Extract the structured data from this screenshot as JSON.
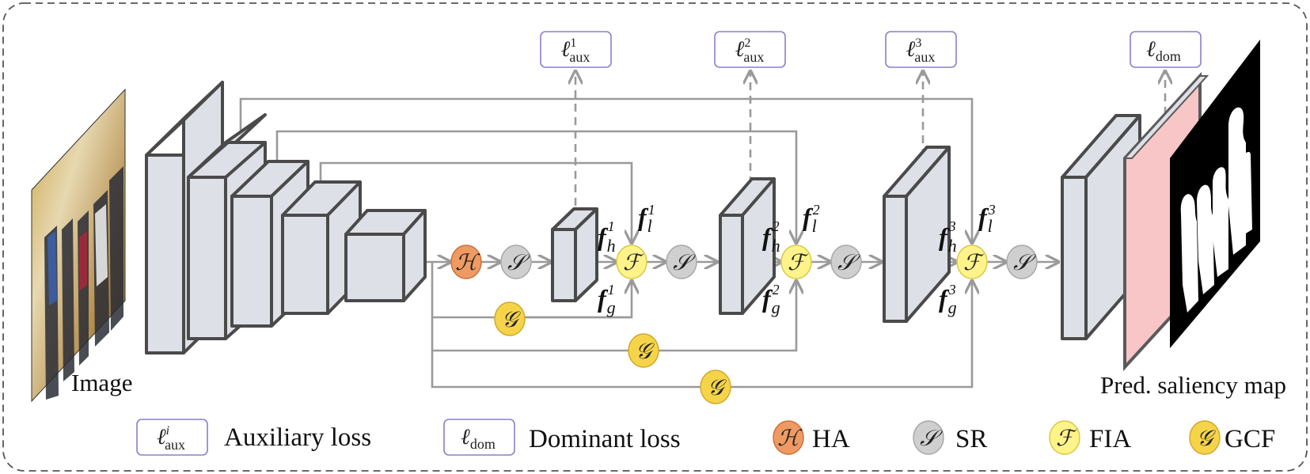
{
  "image_label": "Image",
  "output_label": "Pred. saliency map",
  "aux_losses": [
    {
      "base": "ℓ",
      "sub": "aux",
      "sup": "1"
    },
    {
      "base": "ℓ",
      "sub": "aux",
      "sup": "2"
    },
    {
      "base": "ℓ",
      "sub": "aux",
      "sup": "3"
    }
  ],
  "dom_loss": {
    "base": "ℓ",
    "sub": "dom"
  },
  "module_symbols": {
    "H": "ℋ",
    "S": "𝒮",
    "F": "ℱ",
    "G": "𝒢"
  },
  "stages": [
    {
      "fh_base": "f",
      "fh_sub": "h",
      "fh_sup": "1",
      "fl_base": "f",
      "fl_sub": "l",
      "fl_sup": "1",
      "fg_base": "f",
      "fg_sub": "g",
      "fg_sup": "1"
    },
    {
      "fh_base": "f",
      "fh_sub": "h",
      "fh_sup": "2",
      "fl_base": "f",
      "fl_sub": "l",
      "fl_sup": "2",
      "fg_base": "f",
      "fg_sub": "g",
      "fg_sup": "2"
    },
    {
      "fh_base": "f",
      "fh_sub": "h",
      "fh_sup": "3",
      "fl_base": "f",
      "fl_sub": "l",
      "fl_sup": "3",
      "fg_base": "f",
      "fg_sub": "g",
      "fg_sup": "3"
    }
  ],
  "legend": {
    "aux": {
      "base": "ℓ",
      "sub": "aux",
      "sup": "i",
      "text": "Auxiliary loss"
    },
    "dom": {
      "base": "ℓ",
      "sub": "dom",
      "text": "Dominant loss"
    },
    "ha": {
      "symbol": "ℋ",
      "text": "HA"
    },
    "sr": {
      "symbol": "𝒮",
      "text": "SR"
    },
    "fia": {
      "symbol": "ℱ",
      "text": "FIA"
    },
    "gcf": {
      "symbol": "𝒢",
      "text": "GCF"
    }
  },
  "colors": {
    "block_fill": "#dde0e6",
    "block_stroke": "#4a4a4a",
    "arrow": "#9a9a9a",
    "ha_fill": "#ef9a62",
    "sr_fill": "#cfcfcf",
    "fia_fill": "#fff38a",
    "gcf_fill": "#f6d44a",
    "pred_fill": "#f8c6c6",
    "loss_box_stroke": "#8b7fc6"
  }
}
